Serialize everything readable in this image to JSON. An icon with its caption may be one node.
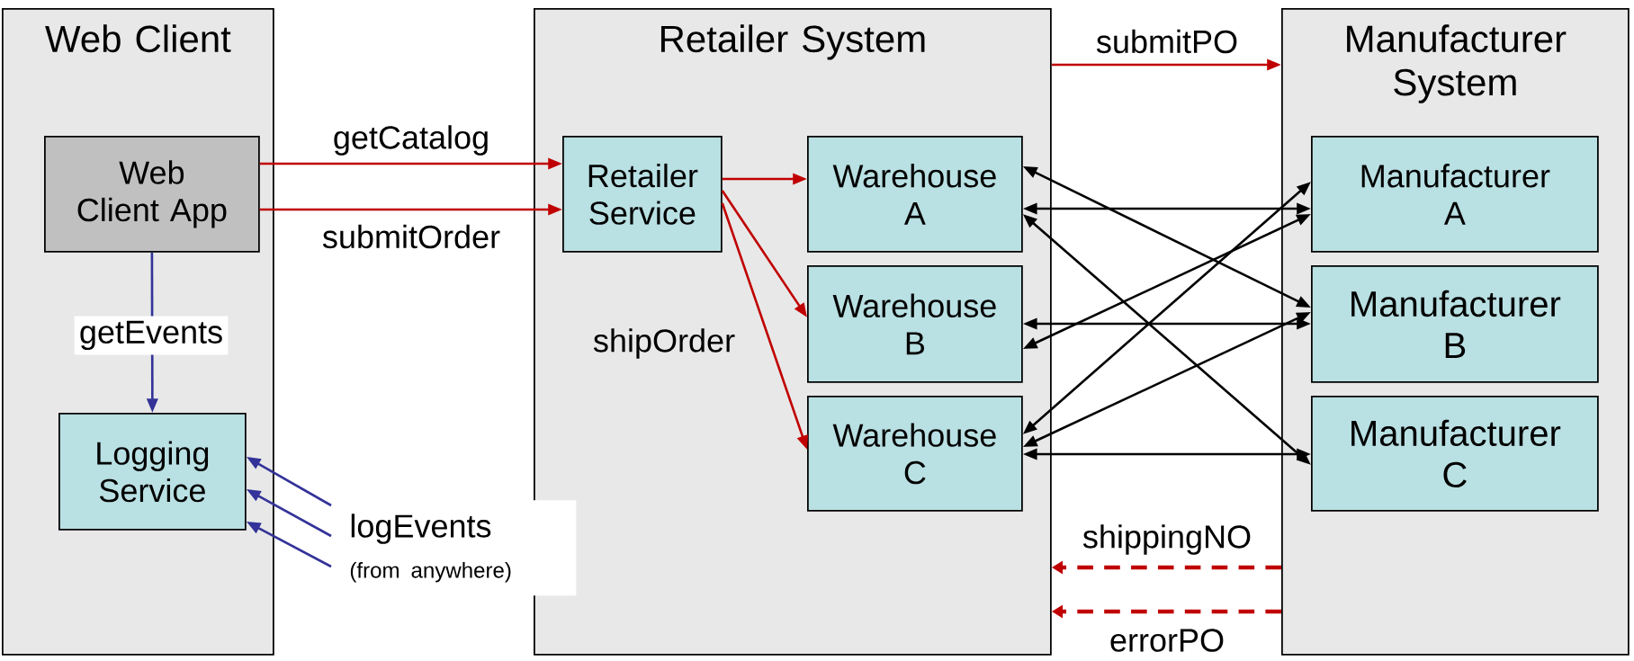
{
  "diagram": {
    "nodes": [
      {
        "text": [
          "Web Client"
        ]
      },
      {
        "text": [
          "Web Client App"
        ],
        "in": 0
      },
      {
        "text": [
          "Logging Service"
        ],
        "in": 0
      },
      {
        "text": [
          "Retailer System"
        ]
      },
      {
        "text": [
          "Retailer Service"
        ],
        "in": 3
      },
      {
        "text": [
          "Warehouse A"
        ],
        "in": 3
      },
      {
        "text": [
          "Warehouse B"
        ],
        "in": 3
      },
      {
        "text": [
          "Warehouse C"
        ],
        "in": 3
      },
      {
        "text": [
          "Manufacturer System"
        ]
      },
      {
        "text": [
          "Manufacturer A"
        ],
        "in": 8
      },
      {
        "text": [
          "Manufacturer B"
        ],
        "in": 8
      },
      {
        "text": [
          "Manufacturer C"
        ],
        "in": 8
      },
      {
        "text": [
          "logEvents",
          "(from anywhere)"
        ]
      }
    ],
    "edges": [
      {
        "from": 1,
        "to": 4,
        "arrow": "to",
        "label": "getCatalog",
        "color": "#c00000"
      },
      {
        "from": 1,
        "to": 4,
        "arrow": "to",
        "label": "submitOrder",
        "color": "#c00000"
      },
      {
        "from": 1,
        "to": 2,
        "arrow": "to",
        "label": "getEvents",
        "color": "#333399"
      },
      {
        "from": 12,
        "to": 2,
        "arrow": "to",
        "color": "#333399"
      },
      {
        "from": 12,
        "to": 2,
        "arrow": "to",
        "color": "#333399"
      },
      {
        "from": 12,
        "to": 2,
        "arrow": "to",
        "color": "#333399"
      },
      {
        "from": 4,
        "to": 5,
        "arrow": "to",
        "color": "#c00000"
      },
      {
        "from": 4,
        "to": 6,
        "arrow": "to",
        "color": "#c00000"
      },
      {
        "from": 4,
        "to": 7,
        "arrow": "to",
        "label": "shipOrder",
        "color": "#c00000"
      },
      {
        "from": 3,
        "to": 8,
        "arrow": "to",
        "label": "submitPO",
        "color": "#c00000"
      },
      {
        "from": 8,
        "to": 3,
        "arrow": "to",
        "label": "shippingNO",
        "style": "dashed",
        "color": "#c00000"
      },
      {
        "from": 8,
        "to": 3,
        "arrow": "to",
        "label": "errorPO",
        "style": "dashed",
        "color": "#c00000"
      },
      {
        "from": 5,
        "to": 10,
        "arrow": "both",
        "color": "#000000"
      },
      {
        "from": 5,
        "to": 9,
        "arrow": "both",
        "color": "#000000"
      },
      {
        "from": 5,
        "to": 11,
        "arrow": "both",
        "color": "#000000"
      },
      {
        "from": 6,
        "to": 9,
        "arrow": "both",
        "color": "#000000"
      },
      {
        "from": 6,
        "to": 10,
        "arrow": "both",
        "color": "#000000"
      },
      {
        "from": 7,
        "to": 9,
        "arrow": "both",
        "color": "#000000"
      },
      {
        "from": 7,
        "to": 10,
        "arrow": "both",
        "color": "#000000"
      },
      {
        "from": 7,
        "to": 11,
        "arrow": "both",
        "color": "#000000"
      }
    ]
  }
}
